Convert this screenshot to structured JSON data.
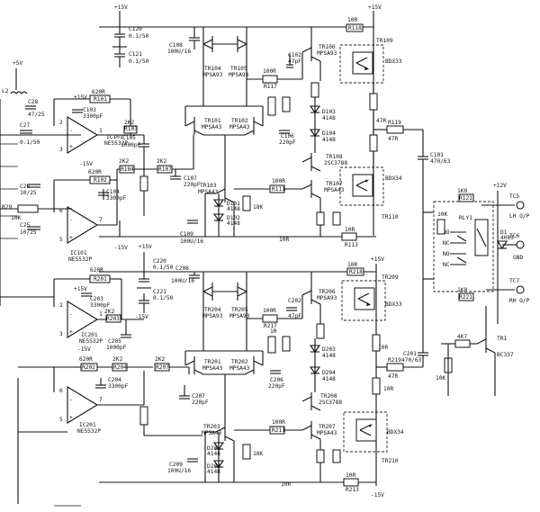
{
  "rails": {
    "p15_top_left": "+15V",
    "p15_top_right": "+15V",
    "m15_mid_left": "-15V",
    "p15_mid_left": "+15V",
    "p15_mid_right": "+15V",
    "m15_lower_left": "-15V",
    "m15_bottom": "-15V",
    "p5_left": "+5V",
    "p12_right": "+12V",
    "op1_p15": "+15V",
    "op1_m15": "-15V",
    "op2_p15": "+15V",
    "op2_m15": "-15V"
  },
  "opamps": {
    "ic101_top": {
      "ref": "IC101",
      "part": "NE5532P"
    },
    "ic101_mid": {
      "ref": "IC101",
      "part": "NE5532P"
    },
    "ic201_top": {
      "ref": "IC201",
      "part": "NE5532P"
    },
    "ic201_bot": {
      "ref": "IC201",
      "part": "NE5532P"
    }
  },
  "transistors": {
    "tr101": {
      "ref": "TR101",
      "part": "MPSA43"
    },
    "tr102": {
      "ref": "TR102",
      "part": "MPSA43"
    },
    "tr103": {
      "ref": "TR103",
      "part": "MPSA43"
    },
    "tr104": {
      "ref": "TR104",
      "part": "MPSA93"
    },
    "tr105": {
      "ref": "TR105",
      "part": "MPSA93"
    },
    "tr106": {
      "ref": "TR106",
      "part": "MPSA93"
    },
    "tr107": {
      "ref": "TR107",
      "part": "MPSA43"
    },
    "tr108": {
      "ref": "TR108",
      "part": "2SC3788"
    },
    "tr109": {
      "ref": "TR109",
      "part": "BDX33"
    },
    "tr110": {
      "ref": "TR110",
      "part": "BDX34"
    },
    "tr201": {
      "ref": "TR201",
      "part": "MPSA43"
    },
    "tr202": {
      "ref": "TR202",
      "part": "MPSA43"
    },
    "tr203": {
      "ref": "TR203",
      "part": "MPSA43"
    },
    "tr204": {
      "ref": "TR204",
      "part": "MPSA93"
    },
    "tr205": {
      "ref": "TR205",
      "part": "MPSA93"
    },
    "tr206": {
      "ref": "TR206",
      "part": "MPSA93"
    },
    "tr207": {
      "ref": "TR207",
      "part": "MPSA43"
    },
    "tr208": {
      "ref": "TR208",
      "part": "2SC3788"
    },
    "tr209": {
      "ref": "TR209",
      "part": "BDX33"
    },
    "tr210": {
      "ref": "TR210",
      "part": "BDX34"
    },
    "tr1": {
      "ref": "TR1",
      "part": "BC337"
    }
  },
  "capacitors": {
    "c120": {
      "ref": "C120",
      "val": "0.1/50"
    },
    "c121": {
      "ref": "C121",
      "val": "0.1/50"
    },
    "c108": {
      "ref": "C108",
      "val": "100U/16"
    },
    "c102": {
      "ref": "C102",
      "val": "47pF"
    },
    "c103": {
      "ref": "C103",
      "val": "3300pF"
    },
    "c105": {
      "ref": "C105",
      "val": "1000pF"
    },
    "c104": {
      "ref": "C104",
      "val": "3300pF"
    },
    "c107": {
      "ref": "C107",
      "val": "220pF"
    },
    "c106": {
      "ref": "C106",
      "val": "220pF"
    },
    "c109": {
      "ref": "C109",
      "val": "100U/16"
    },
    "c101": {
      "ref": "C101",
      "val": "470/63"
    },
    "c28": {
      "ref": "C28",
      "val": "47/25"
    },
    "c27": {
      "ref": "C27",
      "val": "0.1/50"
    },
    "c26": {
      "ref": "C26",
      "val": "10/25"
    },
    "c25": {
      "ref": "C25",
      "val": "10/25"
    },
    "c220": {
      "ref": "C220",
      "val": "0.1/50"
    },
    "c221": {
      "ref": "C221",
      "val": "0.1/50"
    },
    "c208": {
      "ref": "C208",
      "val": "100U/16"
    },
    "c203": {
      "ref": "C203",
      "val": "3300pF"
    },
    "c205": {
      "ref": "C205",
      "val": "1000pF"
    },
    "c202": {
      "ref": "C202",
      "val": "47pF"
    },
    "c204": {
      "ref": "C204",
      "val": "3300pF"
    },
    "c206": {
      "ref": "C206",
      "val": "220pF"
    },
    "c207": {
      "ref": "C207",
      "val": "220pF"
    },
    "c209": {
      "ref": "C209",
      "val": "100U/16"
    },
    "c201": {
      "ref": "C201",
      "val": "470/63"
    }
  },
  "resistors": {
    "r118": "10R",
    "r117": "100R",
    "r101": "620R",
    "r103": "2K2",
    "r102": "620R",
    "r104": "2K2",
    "r107": "2K2",
    "r111": "100R",
    "r113": "10R",
    "r119": "47R",
    "r121": "1K0",
    "r122": "10K",
    "r218": "10R",
    "r217": "100R",
    "r201": "620R",
    "r203": "2K2",
    "r202": "620R",
    "r204": "2K2",
    "r207": "2K2",
    "r211": "100R",
    "r213": "10R",
    "r219": "47R",
    "r221": "1K0",
    "r29": "10K",
    "r_tr1": "4K7",
    "r_pulldown": "10K",
    "v_18k": "18K",
    "v_10k": "10K",
    "v_1r": "1R",
    "v_1k": "1K",
    "v_4r7": "47R",
    "v_10r": "10R"
  },
  "diodes": {
    "d101": {
      "ref": "D101",
      "part": "4148"
    },
    "d102": {
      "ref": "D102",
      "part": "4148"
    },
    "d103": {
      "ref": "D103",
      "part": "4148"
    },
    "d104": {
      "ref": "D104",
      "part": "4148"
    },
    "d201": {
      "ref": "D201",
      "part": "4148"
    },
    "d202": {
      "ref": "D202",
      "part": "4148"
    },
    "d203": {
      "ref": "D203",
      "part": "4148"
    },
    "d204": {
      "ref": "D204",
      "part": "4148"
    },
    "d1": {
      "ref": "D1",
      "part": "4003"
    }
  },
  "misc": {
    "l2": "L2",
    "rly1": "RLY1",
    "tc5": "TC5",
    "tc6": "TC6",
    "tc7": "TC7",
    "lh_out": "LH O/P",
    "gnd": "GND",
    "rh_out": "RH O/P",
    "pin7": "7",
    "pin6": "6",
    "pin5": "5",
    "pin3": "3",
    "pin2": "2",
    "pin1": "1"
  }
}
